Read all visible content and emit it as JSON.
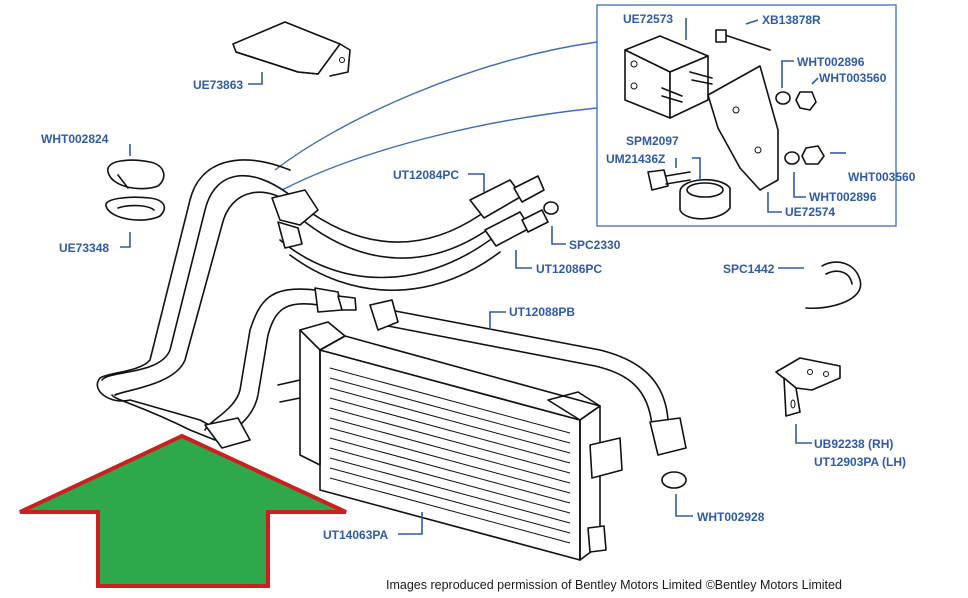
{
  "labels": {
    "ue73863": "UE73863",
    "wht002824": "WHT002824",
    "ue73348": "UE73348",
    "ut12084pc": "UT12084PC",
    "spc2330": "SPC2330",
    "ut12086pc": "UT12086PC",
    "ut12088pb": "UT12088PB",
    "ut14063pa": "UT14063PA",
    "wht002928": "WHT002928",
    "spc1442": "SPC1442",
    "ub92238": "UB92238 (RH)",
    "ut12903pa": "UT12903PA (LH)",
    "ue72573": "UE72573",
    "xb13878r": "XB13878R",
    "wht002896_top": "WHT002896",
    "wht003560_top": "WHT003560",
    "spm2097": "SPM2097",
    "um21436z": "UM21436Z",
    "wht003560_bot": "WHT003560",
    "wht002896_bot": "WHT002896",
    "ue72574": "UE72574"
  },
  "credit": "Images reproduced permission of Bentley Motors Limited ©Bentley Motors Limited",
  "colors": {
    "label_blue": "#2f5aa8",
    "arrow_fill": "#2ea84a",
    "arrow_outline": "#cc1f1f"
  }
}
